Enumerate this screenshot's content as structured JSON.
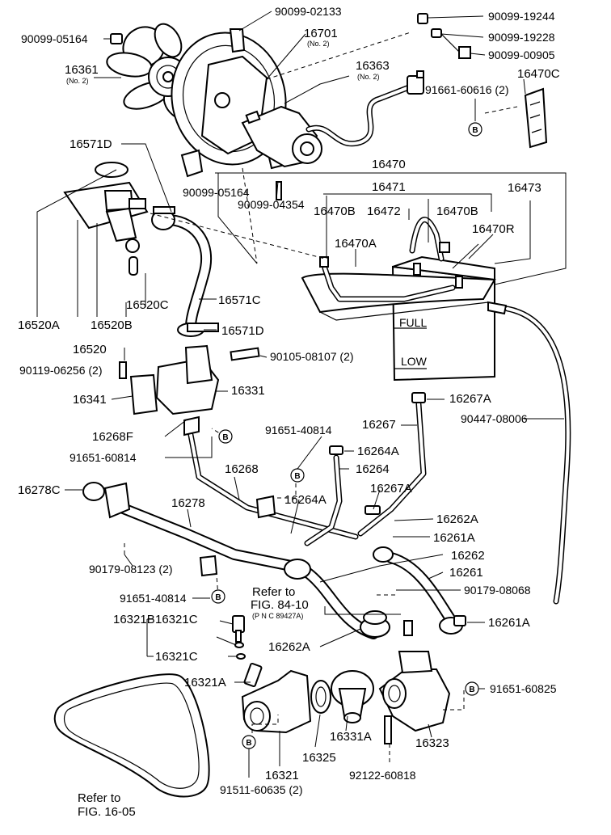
{
  "labels": {
    "p90099_02133": "90099-02133",
    "p16701": "16701",
    "p16701_sub": "(No. 2)",
    "p90099_19244": "90099-19244",
    "p90099_19228": "90099-19228",
    "p90099_00905": "90099-00905",
    "p90099_05164_a": "90099-05164",
    "p16361": "16361",
    "p16361_sub": "(No. 2)",
    "p16363": "16363",
    "p16363_sub": "(No. 2)",
    "p91661_60616": "91661-60616 (2)",
    "p16470C": "16470C",
    "p16571D_a": "16571D",
    "p16470": "16470",
    "p16471": "16471",
    "p16473": "16473",
    "p90099_05164_b": "90099-05164",
    "p16470B_a": "16470B",
    "p16472": "16472",
    "p16470B_b": "16470B",
    "p90099_04354": "90099-04354",
    "p16470A": "16470A",
    "p16470R": "16470R",
    "p16520C": "16520C",
    "p16571C": "16571C",
    "p16520A": "16520A",
    "p16520B": "16520B",
    "p16571D_b": "16571D",
    "p16520": "16520",
    "p90105_08107": "90105-08107 (2)",
    "p90119_06256": "90119-06256 (2)",
    "p16341": "16341",
    "p16331": "16331",
    "p16267A_a": "16267A",
    "p91651_40814_a": "91651-40814",
    "p16267": "16267",
    "p90447_08006": "90447-08006",
    "p16268F": "16268F",
    "p16264A_a": "16264A",
    "p91651_60814": "91651-60814",
    "p16264": "16264",
    "p16268": "16268",
    "p16278C": "16278C",
    "p16264A_b": "16264A",
    "p16267A_b": "16267A",
    "p16278": "16278",
    "p16262A_a": "16262A",
    "p16261A_a": "16261A",
    "p16262": "16262",
    "p90179_08123": "90179-08123 (2)",
    "p16261": "16261",
    "p91651_40814_b": "91651-40814",
    "refer_to_a": "Refer to",
    "fig_84_10": "FIG. 84-10",
    "pnc": "(P N C  89427A)",
    "p90179_08068": "90179-08068",
    "p16321B": "16321B",
    "p16321C_a": "16321C",
    "p16261A_b": "16261A",
    "p16262A_b": "16262A",
    "p16321C_b": "16321C",
    "p16321A": "16321A",
    "p91651_60825": "91651-60825",
    "p16331A": "16331A",
    "p16323": "16323",
    "p16325": "16325",
    "p16321": "16321",
    "p92122_60818": "92122-60818",
    "p91511_60635": "91511-60635 (2)",
    "refer_to_b": "Refer to",
    "fig_16_05": "FIG. 16-05",
    "tank_full": "FULL",
    "tank_low": "LOW",
    "marker_b": "B"
  }
}
